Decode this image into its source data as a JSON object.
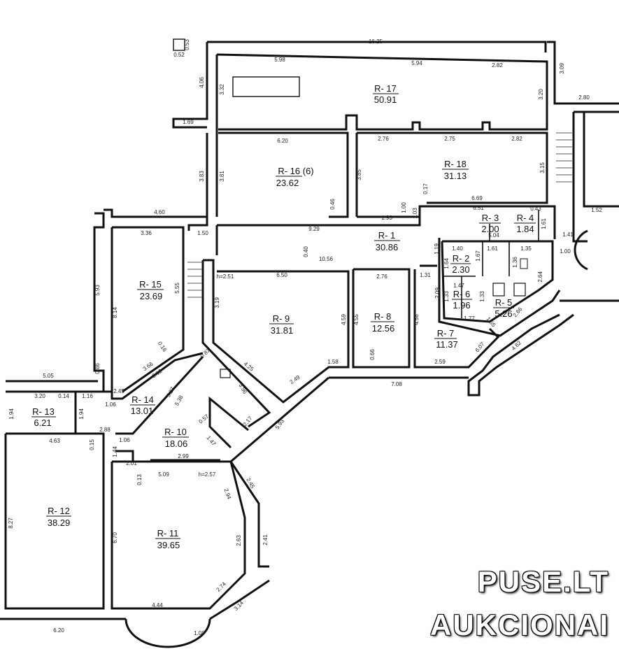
{
  "rooms": [
    {
      "id": "r1",
      "label": "R- 1",
      "area": "30.86"
    },
    {
      "id": "r2",
      "label": "R- 2",
      "area": "2.30"
    },
    {
      "id": "r3",
      "label": "R- 3",
      "area": "2.00"
    },
    {
      "id": "r4",
      "label": "R- 4",
      "area": "1.84"
    },
    {
      "id": "r5",
      "label": "R- 5",
      "area": "5.26"
    },
    {
      "id": "r6",
      "label": "R- 6",
      "area": "1.96"
    },
    {
      "id": "r7",
      "label": "R- 7",
      "area": "11.37"
    },
    {
      "id": "r8",
      "label": "R- 8",
      "area": "12.56"
    },
    {
      "id": "r9",
      "label": "R- 9",
      "area": "31.81"
    },
    {
      "id": "r10",
      "label": "R- 10",
      "area": "18.06"
    },
    {
      "id": "r11",
      "label": "R- 11",
      "area": "39.65"
    },
    {
      "id": "r12",
      "label": "R- 12",
      "area": "38.29"
    },
    {
      "id": "r13",
      "label": "R- 13",
      "area": "6.21"
    },
    {
      "id": "r14",
      "label": "R- 14",
      "area": "13.01"
    },
    {
      "id": "r15",
      "label": "R- 15",
      "area": "23.69"
    },
    {
      "id": "r16",
      "label": "R- 16 (6)",
      "area": "23.62"
    },
    {
      "id": "r17",
      "label": "R- 17",
      "area": "50.91"
    },
    {
      "id": "r18",
      "label": "R- 18",
      "area": "31.13"
    }
  ],
  "dimensions": [
    "16.25",
    "5.98",
    "5.94",
    "2.82",
    "3.20",
    "4.06",
    "3.32",
    "0.52",
    "0.53",
    "3.09",
    "2.80",
    "1.69",
    "6.20",
    "3.83",
    "3.81",
    "3.85",
    "2.76",
    "2.75",
    "2.82",
    "3.15",
    "0.17",
    "6.69",
    "6.51",
    "0.43",
    "1.93",
    "1.00",
    "1.03",
    "0.46",
    "9.29",
    "4.60",
    "3.36",
    "5.93",
    "1.50",
    "1.40",
    "1.61",
    "1.35",
    "1.41",
    "1.00",
    "1.52",
    "1.61",
    "5.04",
    "0.40",
    "10.56",
    "h=2.51",
    "6.50",
    "2.76",
    "1.31",
    "1.19",
    "1.64",
    "1.67",
    "1.36",
    "2.64",
    "1.47",
    "2.09",
    "1.33",
    "1.33",
    "1.77",
    "2.66",
    "1.55",
    "5.55",
    "8.14",
    "0.16",
    "3.66",
    "2.12",
    "2.45",
    "0.86",
    "3.19",
    "4.25",
    "4.59",
    "4.55",
    "4.58",
    "0.66",
    "1.58",
    "2.49",
    "7.08",
    "2.59",
    "6.07",
    "4.82",
    "0.87",
    "3.96",
    "5.05",
    "3.20",
    "0.14",
    "1.16",
    "1.06",
    "1.94",
    "1.94",
    "5.27",
    "5.38",
    "0.57",
    "2.17",
    "1.47",
    "5.93",
    "2.88",
    "4.63",
    "0.15",
    "1.06",
    "1.44",
    "2.01",
    "2.99",
    "0.13",
    "5.09",
    "h=2.57",
    "2.94",
    "2.45",
    "8.27",
    "6.70",
    "2.63",
    "2.41",
    "2.74",
    "3.14",
    "4.44",
    "6.20",
    "1.08"
  ],
  "watermark": {
    "line1": "PUSE.LT",
    "line2": "AUKCIONAI"
  }
}
